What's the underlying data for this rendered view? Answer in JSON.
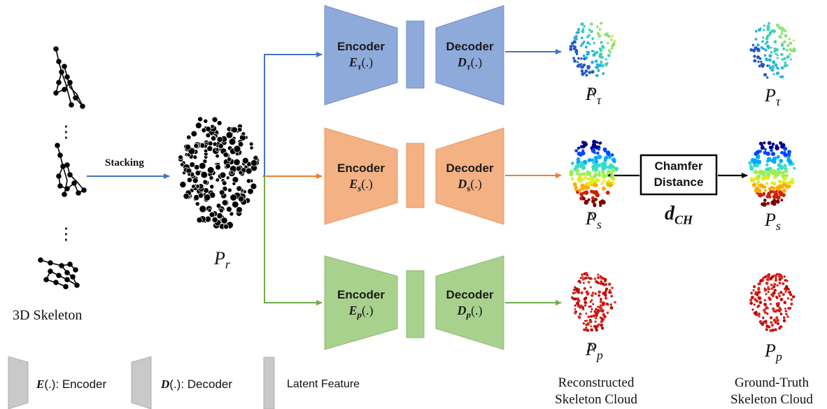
{
  "skeleton_label": "3D Skeleton",
  "stacking_label": "Stacking",
  "pr_base": "P",
  "pr_sub": "r",
  "branches": [
    {
      "color": "#8eaadb",
      "arrow_color": "#4472c4",
      "encoder_label": "Encoder",
      "encoder_math_base": "E",
      "encoder_math_sub": "τ",
      "encoder_math_arg": "(.)",
      "decoder_label": "Decoder",
      "decoder_math_base": "D",
      "decoder_math_sub": "τ",
      "decoder_math_arg": "(.)",
      "recon_base": "P",
      "recon_sub": "τ",
      "gt_base": "P",
      "gt_sub": "τ"
    },
    {
      "color": "#f4b183",
      "arrow_color": "#ed7d31",
      "encoder_label": "Encoder",
      "encoder_math_base": "E",
      "encoder_math_sub": "s",
      "encoder_math_arg": "(.)",
      "decoder_label": "Decoder",
      "decoder_math_base": "D",
      "decoder_math_sub": "s",
      "decoder_math_arg": "(.)",
      "recon_base": "P",
      "recon_sub": "s",
      "gt_base": "P",
      "gt_sub": "s"
    },
    {
      "color": "#a9d18e",
      "arrow_color": "#70ad47",
      "encoder_label": "Encoder",
      "encoder_math_base": "E",
      "encoder_math_sub": "p",
      "encoder_math_arg": "(.)",
      "decoder_label": "Decoder",
      "decoder_math_base": "D",
      "decoder_math_sub": "p",
      "decoder_math_arg": "(.)",
      "recon_base": "P",
      "recon_sub": "p",
      "gt_base": "P",
      "gt_sub": "p"
    }
  ],
  "chamfer": {
    "line1": "Chamfer",
    "line2": "Distance",
    "dist_base": "d",
    "dist_sub": "CH"
  },
  "columns": {
    "reconstructed_line1": "Reconstructed",
    "reconstructed_line2": "Skeleton Cloud",
    "ground_truth_line1": "Ground-Truth",
    "ground_truth_line2": "Skeleton Cloud"
  },
  "legend": {
    "encoder_math": "E",
    "encoder_arg": "(.)",
    "encoder_text": ": Encoder",
    "decoder_math": "D",
    "decoder_arg": "(.)",
    "decoder_text": ": Decoder",
    "latent_text": "Latent Feature"
  }
}
